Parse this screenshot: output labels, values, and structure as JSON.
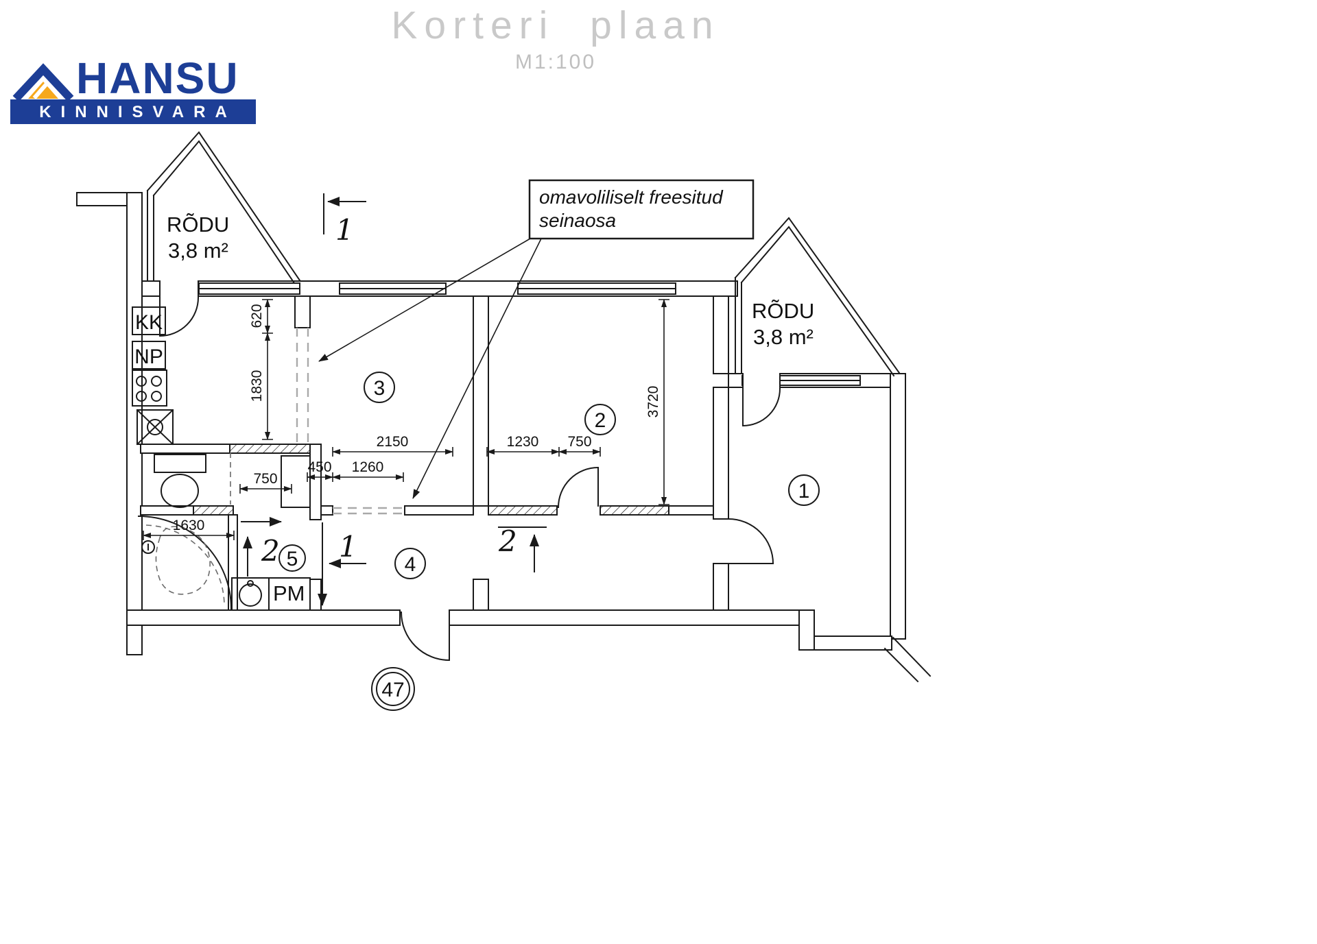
{
  "header": {
    "title": "Korteri plaan",
    "scale": "M1:100"
  },
  "logo": {
    "brand": "HANSU",
    "subtitle": "KINNISVARA",
    "brand_blue": "#1d3e96",
    "brand_orange": "#f6a81c"
  },
  "plan": {
    "balcony_left": {
      "name": "RÕDU",
      "area": "3,8  m²"
    },
    "balcony_right": {
      "name": "RÕDU",
      "area": "3,8  m²"
    },
    "annotation": {
      "line1": "omavoliliselt freesitud",
      "line2": "seinaosa"
    },
    "labels": {
      "kk": "KK",
      "np": "NP",
      "pm": "PM"
    },
    "rooms": {
      "r1": "1",
      "r2": "2",
      "r3": "3",
      "r4": "4",
      "r5": "5"
    },
    "apartment_number": "47",
    "sections": {
      "s1_top": "1",
      "s1_hall": "1",
      "s2_bath": "2",
      "s2_room": "2"
    },
    "dims": {
      "v620": "620",
      "v1830": "1830",
      "v3720": "3720",
      "h2150": "2150",
      "h1230": "1230",
      "h750_door": "750",
      "h450": "450",
      "h1260": "1260",
      "h750_wc": "750",
      "h1630": "1630"
    }
  }
}
